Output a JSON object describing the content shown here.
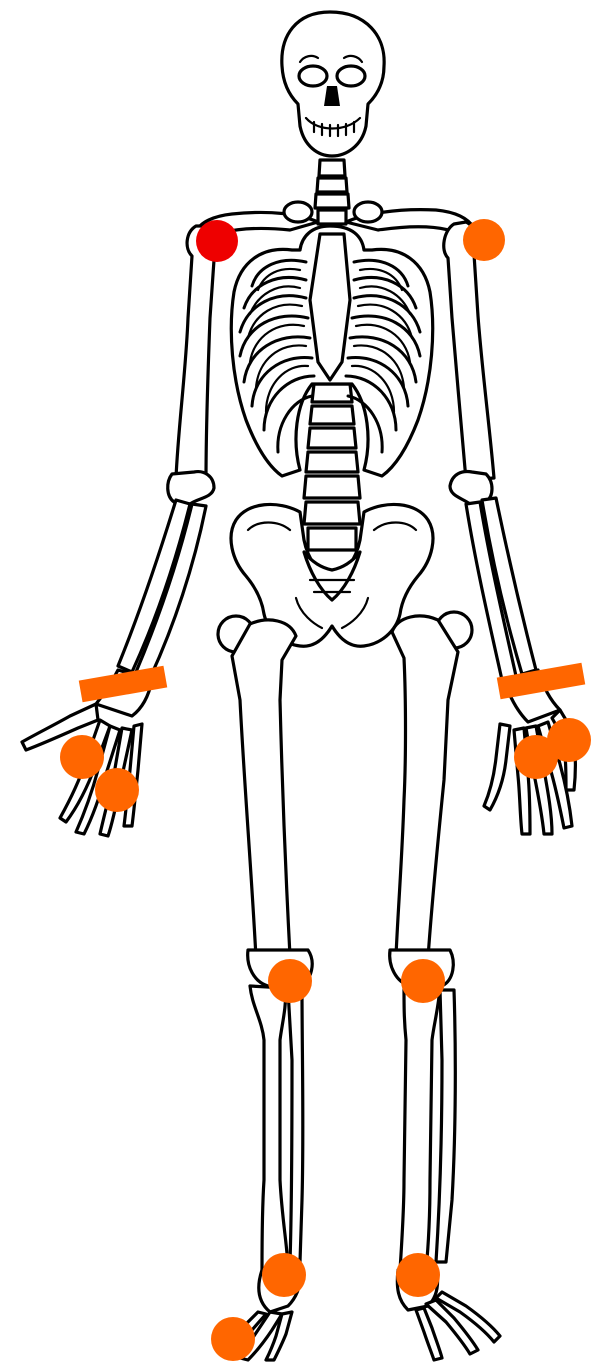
{
  "diagram": {
    "subject": "skeleton-front-view",
    "colors": {
      "background": "#ffffff",
      "outline": "#000000",
      "marker_primary": "#ee0000",
      "marker_secondary": "#ff6600"
    },
    "markers": [
      {
        "id": "right-shoulder",
        "shape": "dot",
        "color": "red"
      },
      {
        "id": "left-shoulder",
        "shape": "dot",
        "color": "orange"
      },
      {
        "id": "right-wrist",
        "shape": "bar",
        "color": "orange"
      },
      {
        "id": "left-wrist",
        "shape": "bar",
        "color": "orange"
      },
      {
        "id": "right-hand-1",
        "shape": "dot",
        "color": "orange"
      },
      {
        "id": "right-hand-2",
        "shape": "dot",
        "color": "orange"
      },
      {
        "id": "left-hand-1",
        "shape": "dot",
        "color": "orange"
      },
      {
        "id": "left-hand-2",
        "shape": "dot",
        "color": "orange"
      },
      {
        "id": "right-knee",
        "shape": "dot",
        "color": "orange"
      },
      {
        "id": "left-knee",
        "shape": "dot",
        "color": "orange"
      },
      {
        "id": "right-ankle",
        "shape": "dot",
        "color": "orange"
      },
      {
        "id": "left-ankle",
        "shape": "dot",
        "color": "orange"
      },
      {
        "id": "right-toe",
        "shape": "dot",
        "color": "orange"
      }
    ]
  }
}
